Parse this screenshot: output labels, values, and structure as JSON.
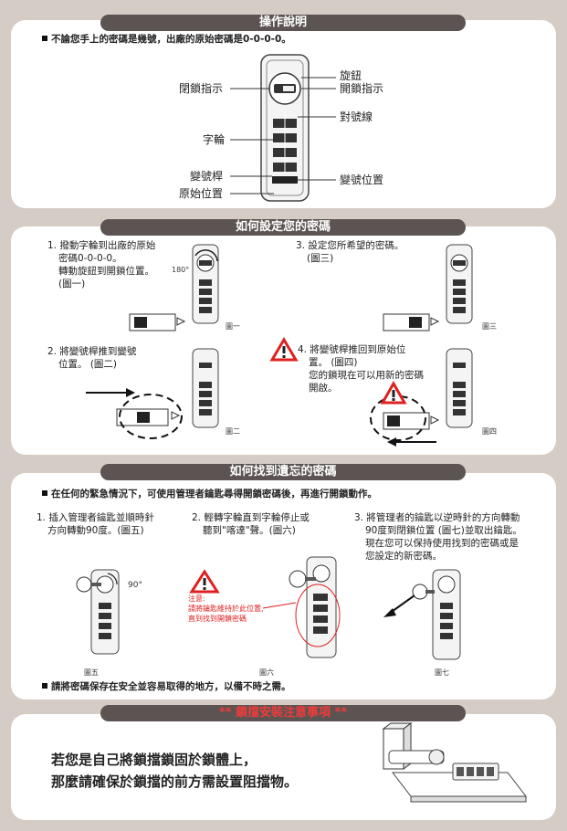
{
  "section1": {
    "title": "操作說明",
    "note": "不論您手上的密碼是幾號，出廠的原始密碼是0-0-0-0。",
    "labels": {
      "lock_indicator": "閉鎖指示",
      "knob": "旋鈕",
      "open_indicator": "開鎖指示",
      "alignment_line": "對號線",
      "dial": "字輪",
      "change_lever": "變號桿",
      "original_position": "原始位置",
      "change_position": "變號位置"
    }
  },
  "section2": {
    "title": "如何設定您的密碼",
    "step1": [
      "1. 撥動字輪到出廠的原始",
      "密碼0-0-0-0。",
      "轉動旋鈕到開鎖位置。",
      "(圖一)"
    ],
    "angle": "180°",
    "step2": [
      "2. 將變號桿推到變號",
      "位置。 (圖二)"
    ],
    "step3": [
      "3. 設定您所希望的密碼。",
      "(圖三)"
    ],
    "step4": [
      "4. 將變號桿推回到原始位",
      "置。 (圖四)",
      "您的鎖現在可以用新的密碼",
      "開啟。"
    ],
    "fig1": "圖一",
    "fig2": "圖二",
    "fig3": "圖三",
    "fig4": "圖四"
  },
  "section3": {
    "title": "如何找到遺忘的密碼",
    "note": "在任何的緊急情況下，可使用管理者鑰匙尋得開鎖密碼後，再進行開鎖動作。",
    "step1": [
      "1. 插入管理者鑰匙並順時針",
      "方向轉動90度。(圖五)"
    ],
    "step2": [
      "2. 輕轉字輪直到字輪停止或",
      "聽到\"喀達\"聲。(圖六)"
    ],
    "step3": [
      "3. 將管理者的鑰匙以逆時針的方向轉動",
      "90度到閉鎖位置 (圖七)並取出鑰匙。",
      "現在您可以保持使用找到的密碼或是",
      "您設定的新密碼。"
    ],
    "angle": "90°",
    "warning": [
      "注意:",
      "請將鑰匙維持於此位置,",
      "直到找到開鎖密碼"
    ],
    "fig5": "圖五",
    "fig6": "圖六",
    "fig7": "圖七",
    "footer_note": "請將密碼保存在安全並容易取得的地方，以備不時之需。"
  },
  "section4": {
    "title": "** 鎖擋安裝注意事項 **",
    "line1": "若您是自己將鎖擋鎖固於鎖體上，",
    "line2": "那麼請確保於鎖擋的前方需設置阻擋物。"
  },
  "colors": {
    "banner": "#5b5452",
    "background": "#d6ccc6",
    "warning_red": "#e02020"
  }
}
